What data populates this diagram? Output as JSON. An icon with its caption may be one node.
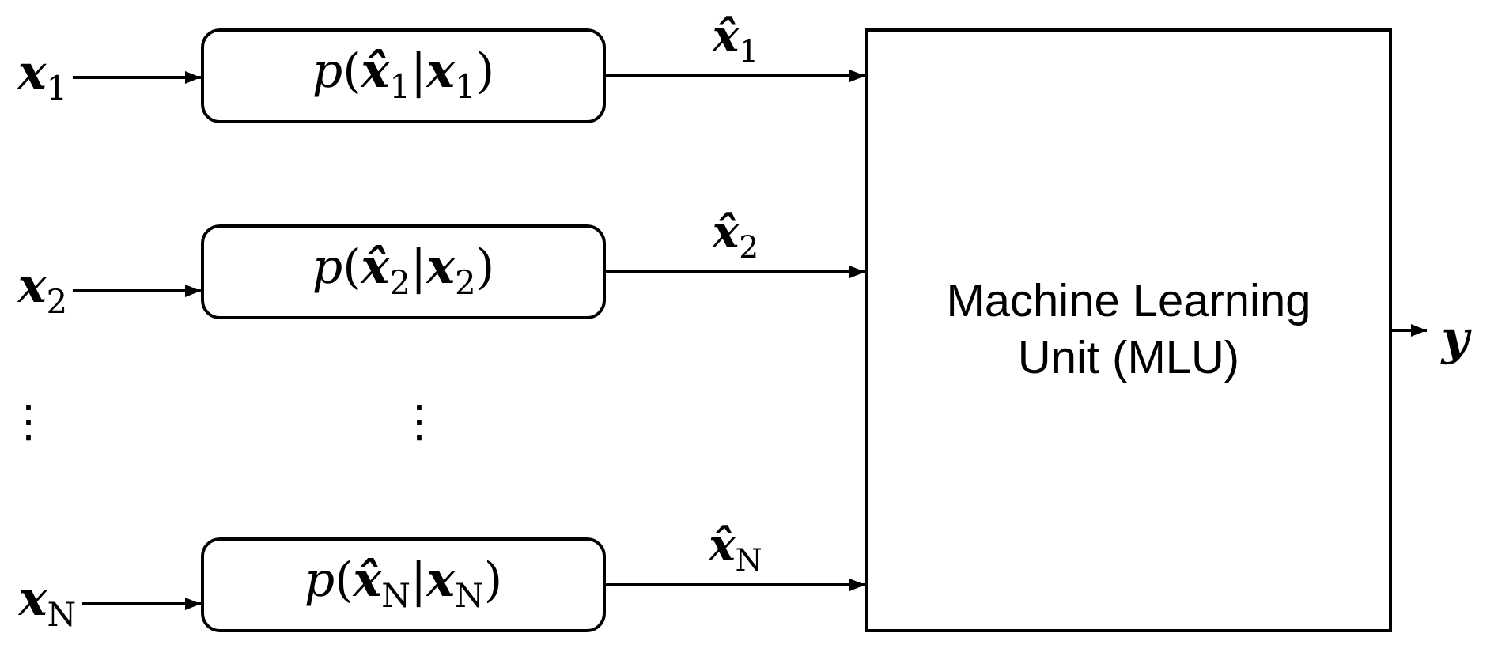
{
  "diagram": {
    "nodes": [
      {
        "text": [
          "**x**$_{1}$"
        ]
      },
      {
        "text": [
          "*p*(**x̂**$_{1}$|**x**$_{1}$)"
        ]
      },
      {
        "text": [
          "**x**$_{2}$"
        ]
      },
      {
        "text": [
          "*p*(**x̂**$_{2}$|**x**$_{2}$)"
        ]
      },
      {
        "text": [
          "**x**$_{N}$"
        ]
      },
      {
        "text": [
          "*p*(**x̂**$_{N}$|**x**$_{N}$)"
        ]
      },
      {
        "text": [
          "Machine Learning Unit (MLU)"
        ]
      },
      {
        "text": [
          "**y**"
        ]
      }
    ],
    "edges": [
      {
        "from": 0,
        "to": 1,
        "arrow": "to"
      },
      {
        "from": 1,
        "to": 6,
        "arrow": "to",
        "label": "**x̂**$_{1}$"
      },
      {
        "from": 2,
        "to": 3,
        "arrow": "to"
      },
      {
        "from": 3,
        "to": 6,
        "arrow": "to",
        "label": "**x̂**$_{2}$"
      },
      {
        "from": 4,
        "to": 5,
        "arrow": "to"
      },
      {
        "from": 5,
        "to": 6,
        "arrow": "to",
        "label": "**x̂**$_{N}$"
      },
      {
        "from": 6,
        "to": 7,
        "arrow": "to"
      }
    ],
    "labels": [
      "⋮",
      "⋮"
    ]
  }
}
